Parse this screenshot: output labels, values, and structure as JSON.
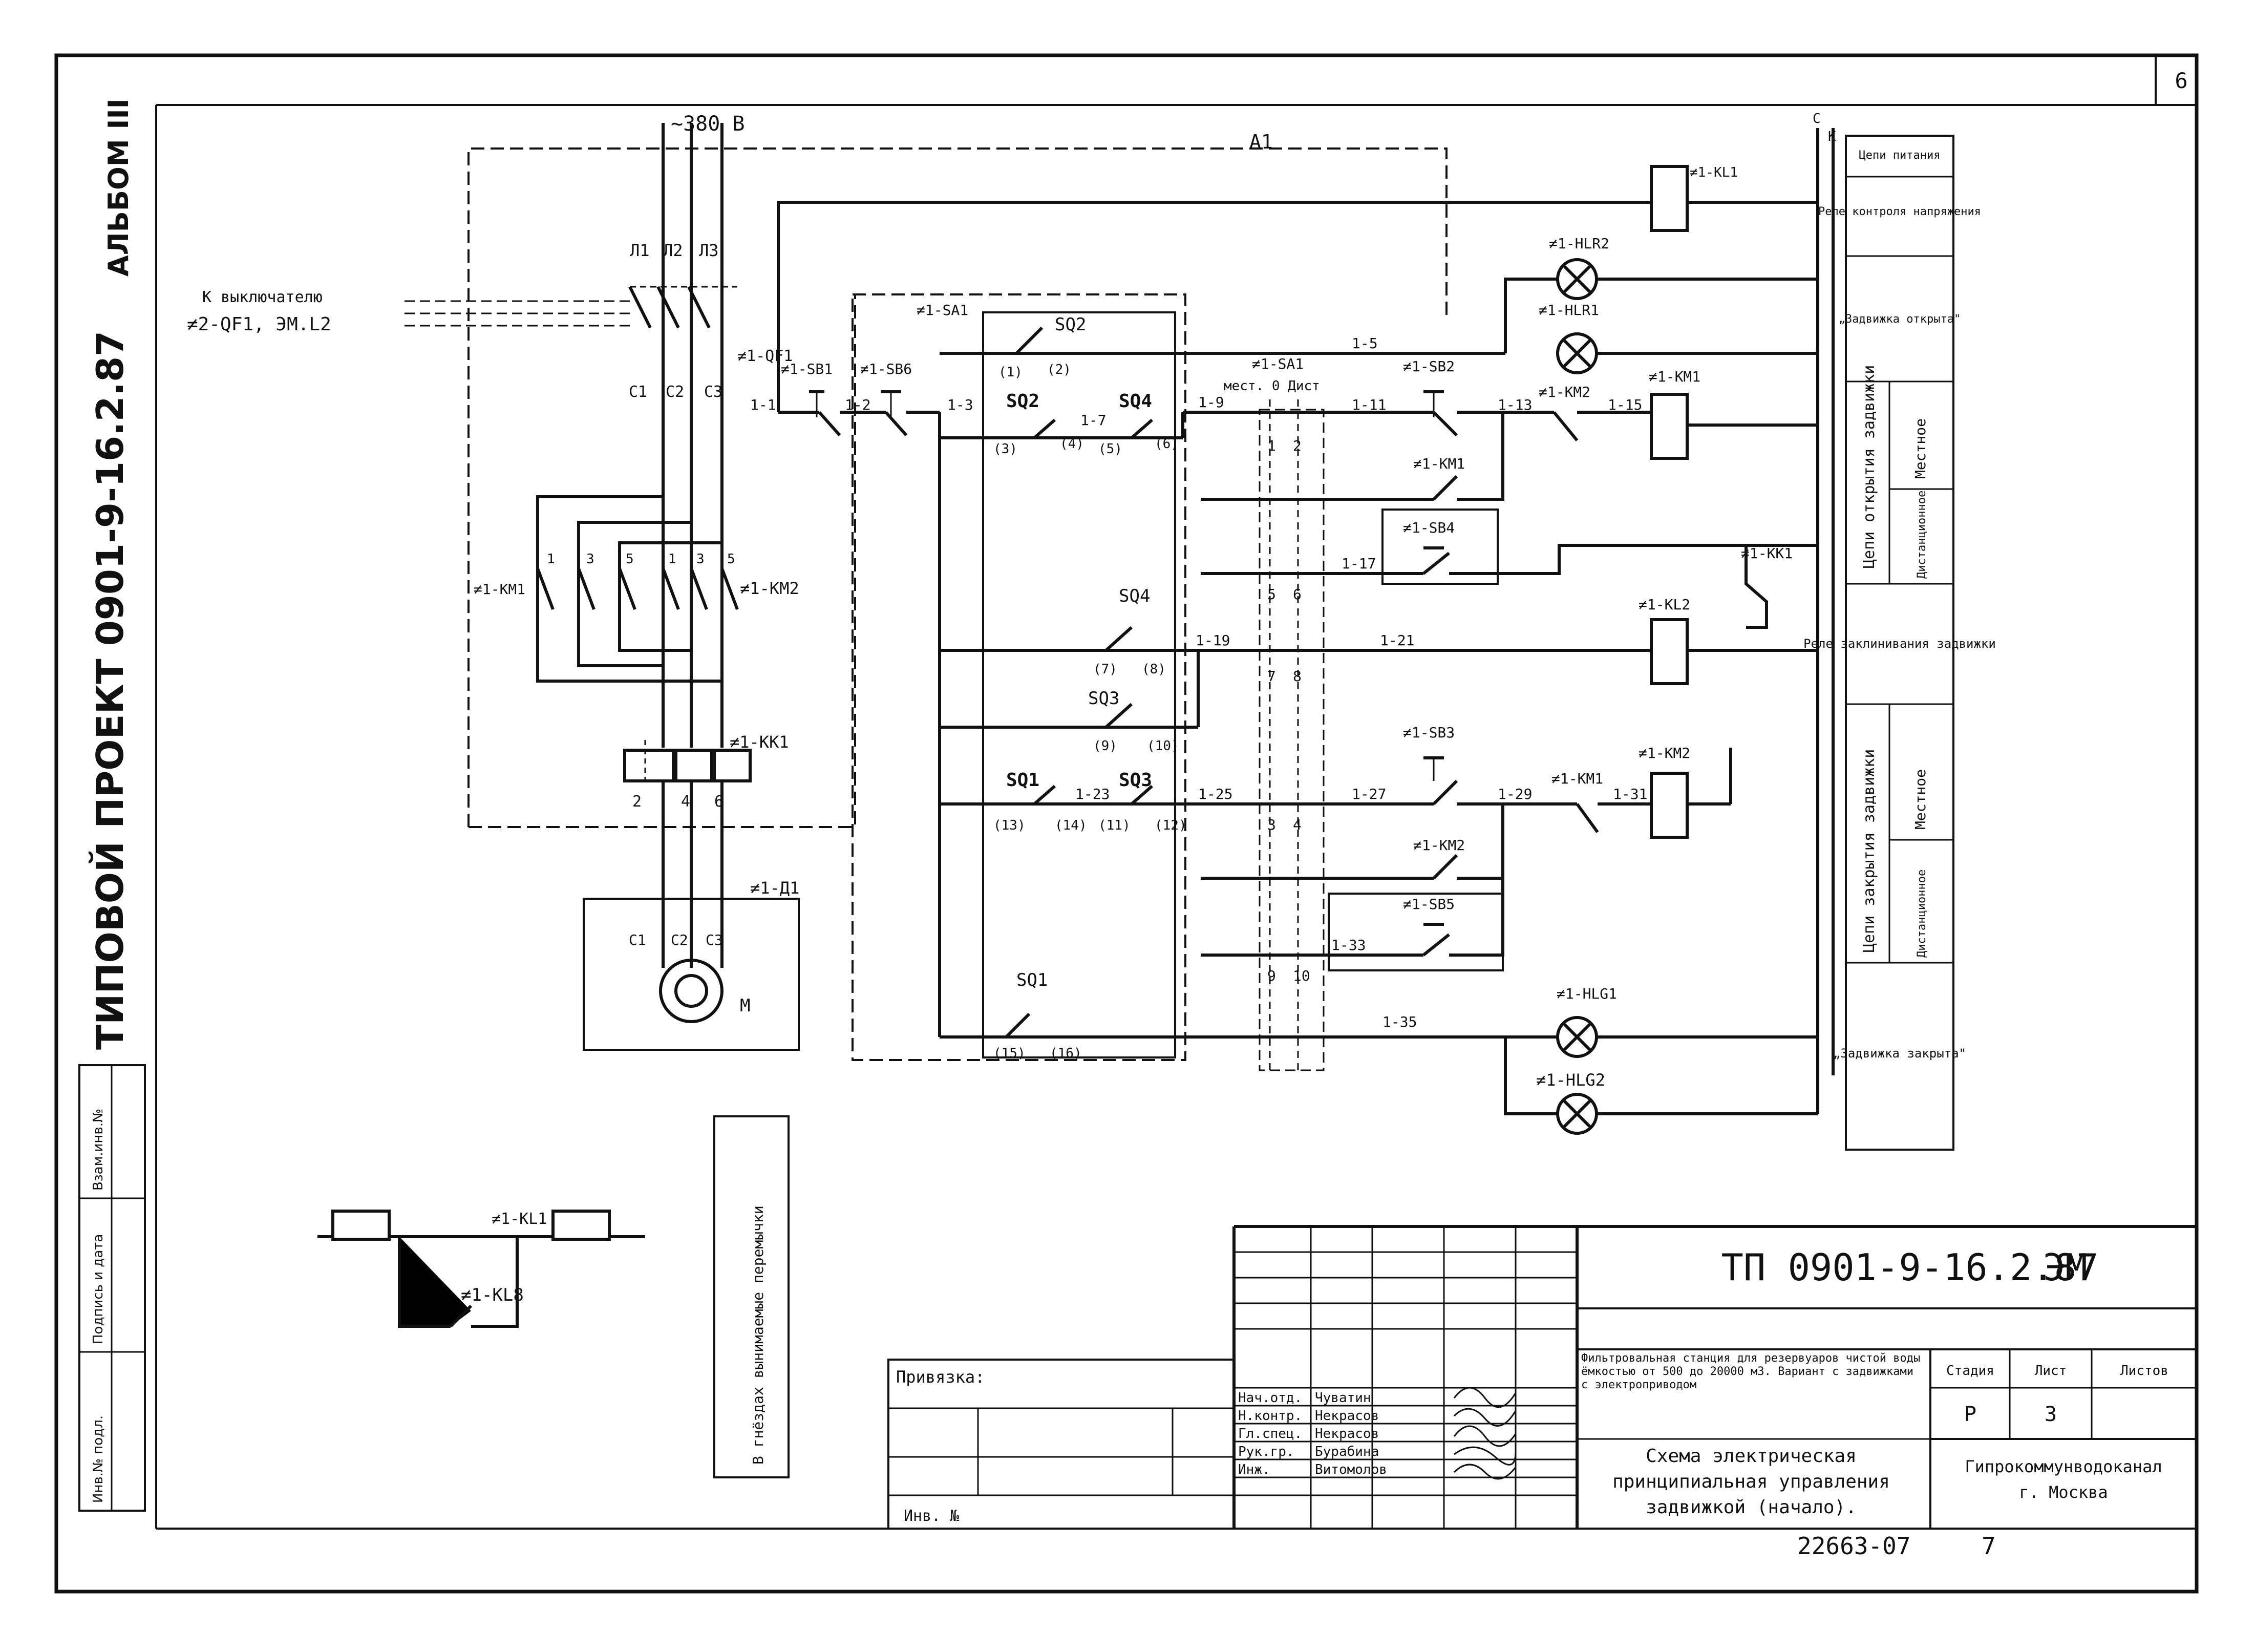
{
  "page_number": "6",
  "album": "АЛЬБОМ III",
  "side_project": "ТИПОВОЙ ПРОЕКТ 0901-9-16.2.87",
  "supply": {
    "voltage": "~380 В",
    "main_line": "А1",
    "phases": [
      "Л1",
      "Л2",
      "Л3"
    ],
    "to_breaker_line1": "К выключателю",
    "to_breaker_line2": "≠2-QF1, ЭМ.L2",
    "breaker": "≠1-QF1",
    "breaker_out": [
      "С1",
      "С2",
      "С3"
    ],
    "contactor_open": "≠1-КМ1",
    "contactor_close": "≠1-КМ2",
    "contact_numbers": [
      "1",
      "3",
      "5",
      "1",
      "3",
      "5"
    ],
    "thermal_relay": "≠1-КК1",
    "thermal_terms": [
      "2",
      "4",
      "6"
    ],
    "motor_tag": "≠1-Д1",
    "motor_terms": [
      "С1",
      "С2",
      "С3"
    ],
    "motor_letter": "M"
  },
  "control": {
    "sa1_label": "≠1-SA1",
    "sb1": "≠1-SB1",
    "sb6": "≠1-SB6",
    "nodes": [
      "1-1",
      "1-2",
      "1-3",
      "1-7",
      "1-9",
      "1-11",
      "1-13",
      "1-15",
      "1-17",
      "1-19",
      "1-21",
      "1-23",
      "1-25",
      "1-27",
      "1-29",
      "1-31",
      "1-33",
      "1-35",
      "1-5"
    ],
    "switches": [
      "SQ2",
      "SQ2",
      "SQ4",
      "SQ4",
      "SQ3",
      "SQ1",
      "SQ3",
      "SQ1"
    ],
    "terms": [
      "(1)",
      "(2)",
      "(3)",
      "(4)",
      "(5)",
      "(6)",
      "(7)",
      "(8)",
      "(9)",
      "(10)",
      "(13)",
      "(14)",
      "(11)",
      "(12)",
      "(15)",
      "(16)"
    ],
    "sa1_switch": "≠1-SA1",
    "sa1_modes": "мест. 0  Дист",
    "sa1_contacts": [
      "1",
      "2",
      "5",
      "6",
      "7",
      "8",
      "3",
      "4",
      "9",
      "10"
    ],
    "sb2": "≠1-SB2",
    "sb4": "≠1-SB4",
    "sb3": "≠1-SB3",
    "sb5": "≠1-SB5",
    "km1_contact": "≠1-КМ1",
    "km2_contact": "≠1-КМ2",
    "km2_coil_block": "≠1-КМ2",
    "km1_coil": "≠1-КМ1",
    "km1_block": "≠1-КМ1",
    "km2_coil": "≠1-КМ2",
    "kl1_coil": "≠1-КL1",
    "kl2_coil": "≠1-КL2",
    "kk1_contact": "≠1-КК1",
    "hlr2": "≠1-НLR2",
    "hlr1": "≠1-НLR1",
    "hlg1": "≠1-НLG1",
    "hlg2": "≠1-НLG2",
    "bus_c": "С",
    "bus_k": "К"
  },
  "legend": [
    "Цепи питания",
    "Реле контроля напряжения",
    "„Задвижка открыта\"",
    "Цепи открытия задвижки",
    "Местное",
    "Дистанционное",
    "Реле заклинивания задвижки",
    "Цепи закрытия задвижки",
    "Местное",
    "Дистанционное",
    "„Задвижка закрыта\""
  ],
  "aux": {
    "kl1": "≠1-КL1",
    "kl8": "≠1-КL8",
    "note": "В гнёздах вынимаемые перемычки"
  },
  "title_block": {
    "code": "ТП 0901-9-16.2.87",
    "sheet_mark": "ЭМ",
    "binding": "Привязка:",
    "inv": "Инв. №",
    "description": "Фильтровальная станция для резервуаров чистой воды ёмкостью от 500 до 20000 м3. Вариант с задвижками с электроприводом",
    "title_lines": [
      "Схема электрическая",
      "принципиальная управления",
      "задвижкой (начало)."
    ],
    "stage_h": "Стадия",
    "sheet_h": "Лист",
    "sheets_h": "Листов",
    "stage": "Р",
    "sheet": "3",
    "org_line1": "Гипрокоммунводоканал",
    "org_line2": "г. Москва",
    "roles": [
      "Нач.отд.",
      "Н.контр.",
      "Гл.спец.",
      "Рук.гр.",
      "Инж."
    ],
    "names": [
      "Чуватин",
      "Некрасов",
      "Некрасов",
      "Бурабина",
      "Витомолов"
    ],
    "left_stamp": [
      "Инв.№ подл.",
      "Подпись и дата",
      "Взам.инв.№"
    ],
    "archive": "22663-07",
    "archive_page": "7"
  }
}
